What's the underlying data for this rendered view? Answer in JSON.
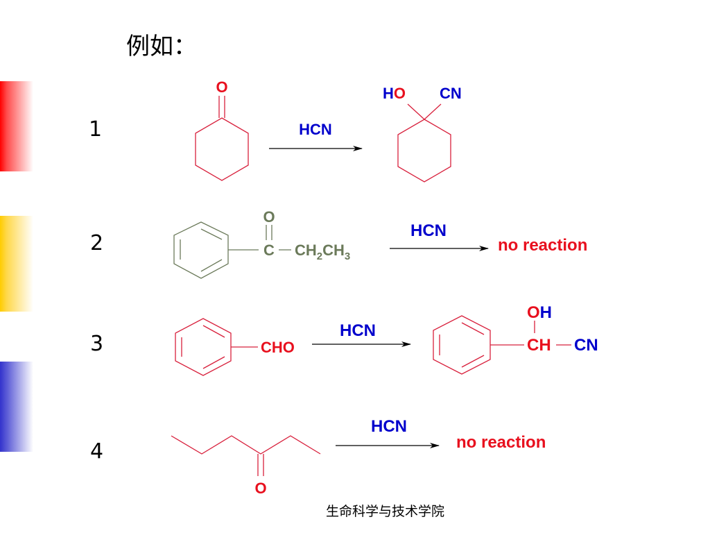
{
  "colors": {
    "red_text": "#e8101e",
    "blue_text": "#0000cc",
    "olive": "#6b7a5a",
    "structure_red": "#d8203c",
    "arrow": "#000000"
  },
  "title": "例如：",
  "footer": "生命科学与技术学院",
  "reactions": [
    {
      "number": "1",
      "reagent": "HCN",
      "reactant_label": "O",
      "product_h": "H",
      "product_o": "O",
      "product_cn": "CN"
    },
    {
      "number": "2",
      "reagent": "HCN",
      "reactant_o": "O",
      "reactant_c": "C",
      "reactant_ch2": "CH",
      "sub_2": "2",
      "reactant_ch3": "CH",
      "sub_3": "3",
      "result": "no reaction"
    },
    {
      "number": "3",
      "reagent": "HCN",
      "reactant_label": "CHO",
      "product_o": "O",
      "product_h": "H",
      "product_ch": "CH",
      "product_cn": "CN"
    },
    {
      "number": "4",
      "reagent": "HCN",
      "reactant_o": "O",
      "result": "no reaction"
    }
  ]
}
